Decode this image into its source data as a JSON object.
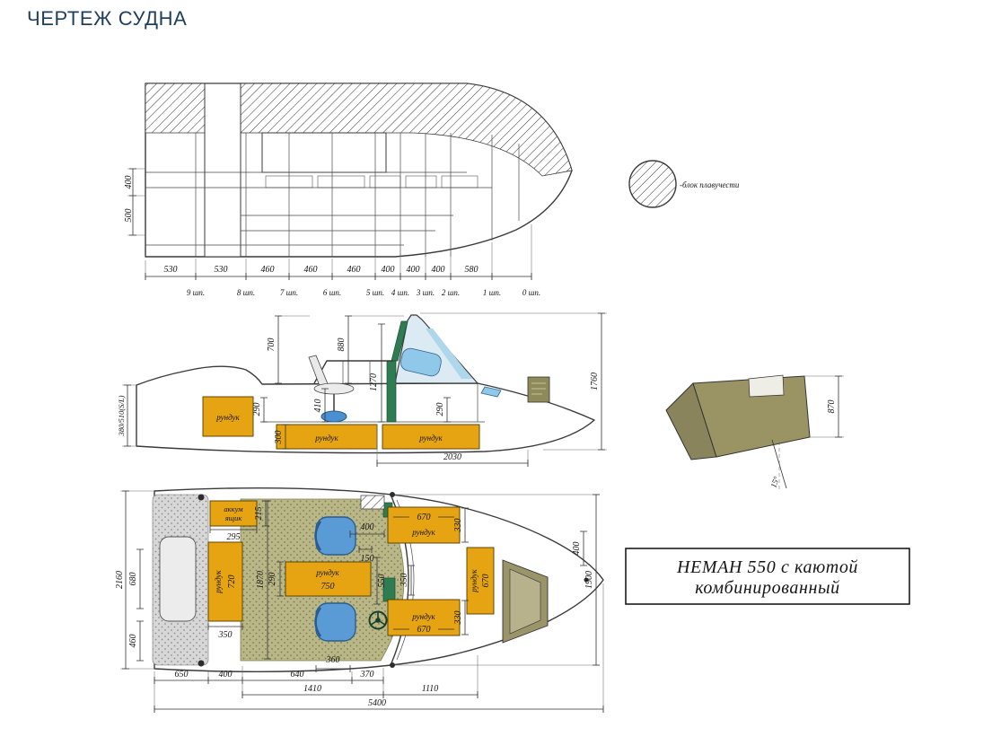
{
  "page": {
    "title": "ЧЕРТЕЖ СУДНА"
  },
  "colors": {
    "title_navy": "#1f3f5e",
    "locker_orange": "#e7a412",
    "seat_blue": "#5b9bd5",
    "floor_olive": "#b9b787",
    "hull_gray": "#dcdcdc",
    "transom_olive": "#9a9464",
    "accent_green": "#2e7d52"
  },
  "legend": {
    "label": "-блок плавучести"
  },
  "frame_view": {
    "left_dims": [
      "400",
      "500"
    ],
    "station_dims": [
      "530",
      "530",
      "460",
      "460",
      "460",
      "400",
      "400",
      "400",
      "580"
    ],
    "station_labels": [
      "9 шп.",
      "8 шп.",
      "7 шп.",
      "6 шп.",
      "5 шп.",
      "4 шп.",
      "3 шп.",
      "2 шп.",
      "1 шп.",
      "0 шп."
    ]
  },
  "side_view": {
    "locker": "рундук",
    "dim_700": "700",
    "dim_880": "880",
    "dim_1270": "1270",
    "dim_290_aft": "290",
    "dim_410": "410",
    "dim_300": "300",
    "dim_290_fore": "290",
    "dim_stern": "380/510(S/L)",
    "dim_height": "1760",
    "dim_cockpit": "2030"
  },
  "transom_view": {
    "dim_height": "870",
    "dim_angle": "15°"
  },
  "plan_view": {
    "battery_line1": "аккум",
    "battery_line2": "ящик",
    "locker": "рундук",
    "dims": {
      "d295": "295",
      "d215": "215",
      "d720": "720",
      "d350_left": "350",
      "d1870": "1870",
      "d290": "290",
      "d750": "750",
      "d550": "550",
      "d400_mid": "400",
      "d150": "150",
      "d350_cabin": "350",
      "d670_top": "670",
      "d330_top": "330",
      "d670_bottom": "670",
      "d330_bottom": "330",
      "d670_side": "670",
      "d360": "360",
      "d2160": "2160",
      "d680": "680",
      "d460": "460",
      "d400_right": "400",
      "d1900": "1900",
      "bottom_row1": [
        "650",
        "400",
        "640",
        "370"
      ],
      "bottom_row2": [
        "1410",
        "1110"
      ],
      "total": "5400"
    }
  },
  "title_block": {
    "line1": "НЕМАН 550 с каютой",
    "line2": "комбинированный"
  }
}
